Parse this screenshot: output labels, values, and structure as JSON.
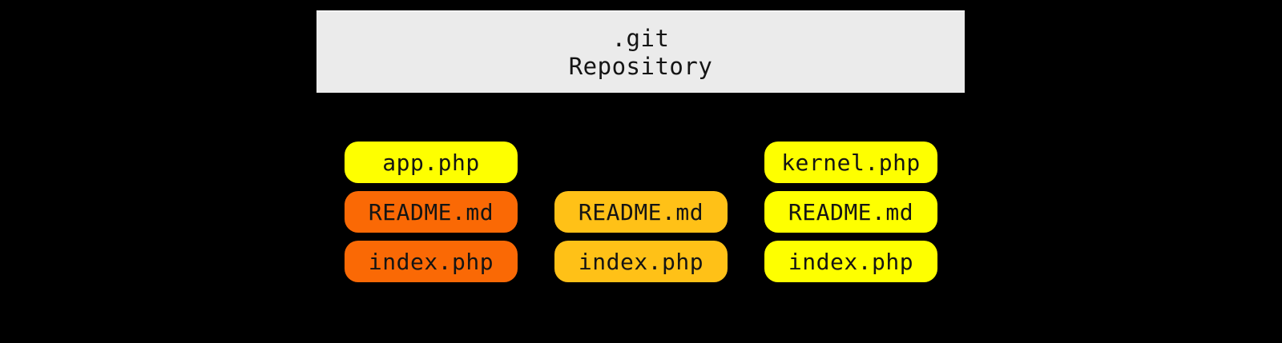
{
  "diagram": {
    "background": "#000000",
    "header": {
      "title_line1": ".git",
      "title_line2": "Repository",
      "background": "#ebebeb",
      "top_edge_color": "#f8f8f8",
      "text_color": "#141414"
    },
    "colors": {
      "yellow": "#feff00",
      "orange": "#fa6905",
      "amber": "#ffc117"
    },
    "commits": [
      {
        "files": [
          {
            "label": "app.php",
            "color": "#feff00",
            "row": 1
          },
          {
            "label": "README.md",
            "color": "#fa6905",
            "row": 2
          },
          {
            "label": "index.php",
            "color": "#fa6905",
            "row": 3
          }
        ]
      },
      {
        "files": [
          {
            "label": "README.md",
            "color": "#ffc117",
            "row": 2
          },
          {
            "label": "index.php",
            "color": "#ffc117",
            "row": 3
          }
        ]
      },
      {
        "files": [
          {
            "label": "kernel.php",
            "color": "#feff00",
            "row": 1
          },
          {
            "label": "README.md",
            "color": "#feff00",
            "row": 2
          },
          {
            "label": "index.php",
            "color": "#feff00",
            "row": 3
          }
        ]
      }
    ]
  }
}
